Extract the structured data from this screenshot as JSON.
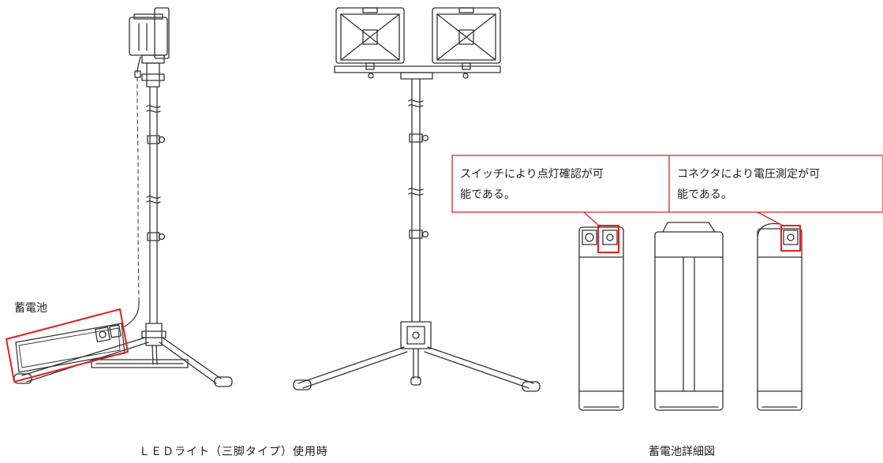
{
  "labels": {
    "battery": "蓄電池",
    "caption_left": "ＬＥＤライト（三脚タイプ）使用時",
    "caption_right": "蓄電池詳細図"
  },
  "callouts": {
    "switch_text": "スイッチにより点灯確認が可\n能である。",
    "connector_text": "コネクタにより電圧測定が可\n能である。"
  },
  "colors": {
    "highlight": "#e02020",
    "line": "#333333"
  }
}
